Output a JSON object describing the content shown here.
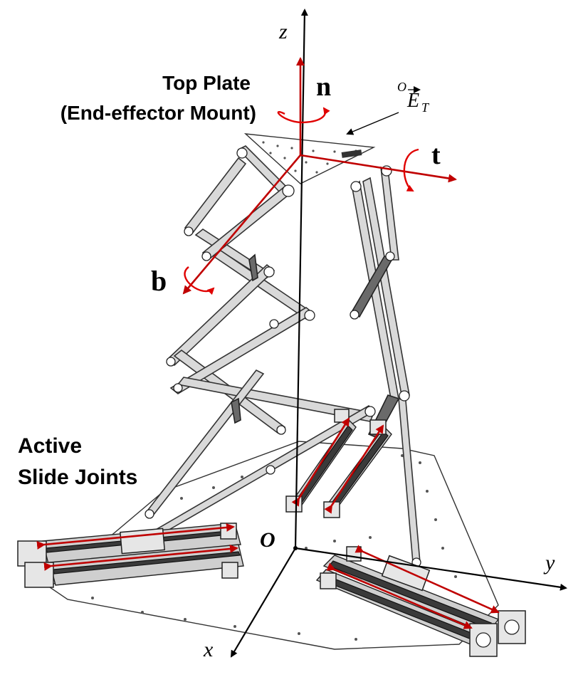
{
  "labels": {
    "top_plate_line1": "Top Plate",
    "top_plate_line2": "(End-effector Mount)",
    "active_line1": "Active",
    "active_line2": "Slide Joints",
    "axis_z": "z",
    "axis_y": "y",
    "axis_x": "x",
    "origin": "O",
    "frame_n": "n",
    "frame_t": "t",
    "frame_b": "b",
    "frame_label_pre": "O",
    "frame_label_main": "E",
    "frame_label_sub": "T"
  },
  "colors": {
    "axis": "#000000",
    "frame_axis": "#c00000",
    "rotation_arrow": "#e00000",
    "slide_arrow": "#c00000",
    "link_fill": "#d9d9d9",
    "dark_link_fill": "#6a6a6a",
    "rail_dark": "#3a3a3a"
  }
}
